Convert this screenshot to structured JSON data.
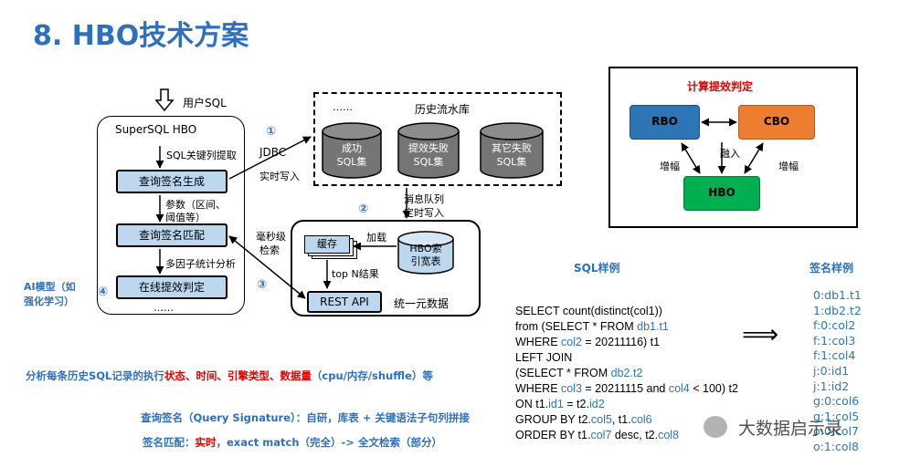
{
  "title": "8. HBO技术方案",
  "left": {
    "user_sql": "用户SQL",
    "box_title": "SuperSQL HBO",
    "sql_extract": "SQL关键列提取",
    "gen": "查询签名生成",
    "params_line1": "参数（区间、",
    "params_line2": "阈值等）",
    "match": "查询签名匹配",
    "multi": "多因子统计分析",
    "online": "在线提效判定",
    "dots": "……",
    "ai_line1": "AI模型（如",
    "ai_line2": "强化学习）"
  },
  "circles": {
    "c1": "①",
    "c2": "②",
    "c3": "③",
    "c4": "④"
  },
  "mid": {
    "jdbc": "JDBC",
    "realtime": "实时写入",
    "ms_line1": "毫秒级",
    "ms_line2": "检索",
    "mq_line1": "消息队列",
    "mq_line2": "定时写入"
  },
  "history": {
    "dots": "……",
    "title": "历史流水库",
    "db1_l1": "成功",
    "db1_l2": "SQL集",
    "db2_l1": "提效失败",
    "db2_l2": "SQL集",
    "db3_l1": "其它失败",
    "db3_l2": "SQL集"
  },
  "unified": {
    "load": "加载",
    "cache": "缓存",
    "hbo_l1": "HBO索",
    "hbo_l2": "引宽表",
    "topn": "top N结果",
    "rest": "REST API",
    "label": "统一元数据"
  },
  "calc": {
    "title": "计算提效判定",
    "rbo": "RBO",
    "cbo": "CBO",
    "hbo": "HBO",
    "fuse": "融入",
    "inc_left": "增幅",
    "inc_right": "增幅"
  },
  "sql_example": {
    "header": "SQL样例",
    "lines": [
      [
        {
          "t": "SELECT count(distinct(col1))"
        }
      ],
      [
        {
          "t": "from (SELECT * FROM "
        },
        {
          "t": "db1.t1",
          "h": 1
        }
      ],
      [
        {
          "t": "WHERE "
        },
        {
          "t": "col2",
          "h": 1
        },
        {
          "t": " = 20211116) t1"
        }
      ],
      [
        {
          "t": "LEFT JOIN"
        }
      ],
      [
        {
          "t": "(SELECT *  FROM "
        },
        {
          "t": "db2.t2",
          "h": 1
        }
      ],
      [
        {
          "t": "WHERE "
        },
        {
          "t": "col3",
          "h": 1
        },
        {
          "t": " = 20211115 and "
        },
        {
          "t": "col4",
          "h": 1
        },
        {
          "t": " < 100)  t2"
        }
      ],
      [
        {
          "t": "ON t1."
        },
        {
          "t": "id1",
          "h": 1
        },
        {
          "t": " = t2."
        },
        {
          "t": "id2",
          "h": 1
        }
      ],
      [
        {
          "t": "GROUP BY t2."
        },
        {
          "t": "col5",
          "h": 1
        },
        {
          "t": ", t1."
        },
        {
          "t": "col6",
          "h": 1
        }
      ],
      [
        {
          "t": "ORDER BY t1."
        },
        {
          "t": "col7",
          "h": 1
        },
        {
          "t": " desc, t2."
        },
        {
          "t": "col8",
          "h": 1
        }
      ]
    ]
  },
  "arrow_symbol": "⟹",
  "signature": {
    "header": "签名样例",
    "items": [
      "0:db1.t1",
      "1:db2.t2",
      "f:0:col2",
      "f:1:col3",
      "f:1:col4",
      "j:0:id1",
      "j:1:id2",
      "g:0:col6",
      "g:1:col5",
      "o:0:col7",
      "o:1:col8"
    ]
  },
  "notes": {
    "line1": [
      {
        "t": "分析每条历史SQL记录的执行"
      },
      {
        "t": "状态、时间、引擎类型、数据量",
        "c": "red"
      },
      {
        "t": "（cpu/内存/shuffle）等"
      }
    ],
    "line2": "查询签名（Query Signature）：自研，库表 + 关键语法子句列拼接",
    "line3": [
      {
        "t": "签名匹配："
      },
      {
        "t": "实时",
        "c": "red"
      },
      {
        "t": "，exact match（完全）-> 全文检索（部分）"
      }
    ]
  },
  "watermark": "大数据启示录",
  "colors": {
    "title": "#2f6fc0",
    "node_fill": "#bdd7ee",
    "rbo": "#2e75b6",
    "cbo": "#ed7d31",
    "hbo": "#00b050",
    "db_fill": "#757575",
    "red": "#e00000",
    "hl": "#2e75b6"
  }
}
